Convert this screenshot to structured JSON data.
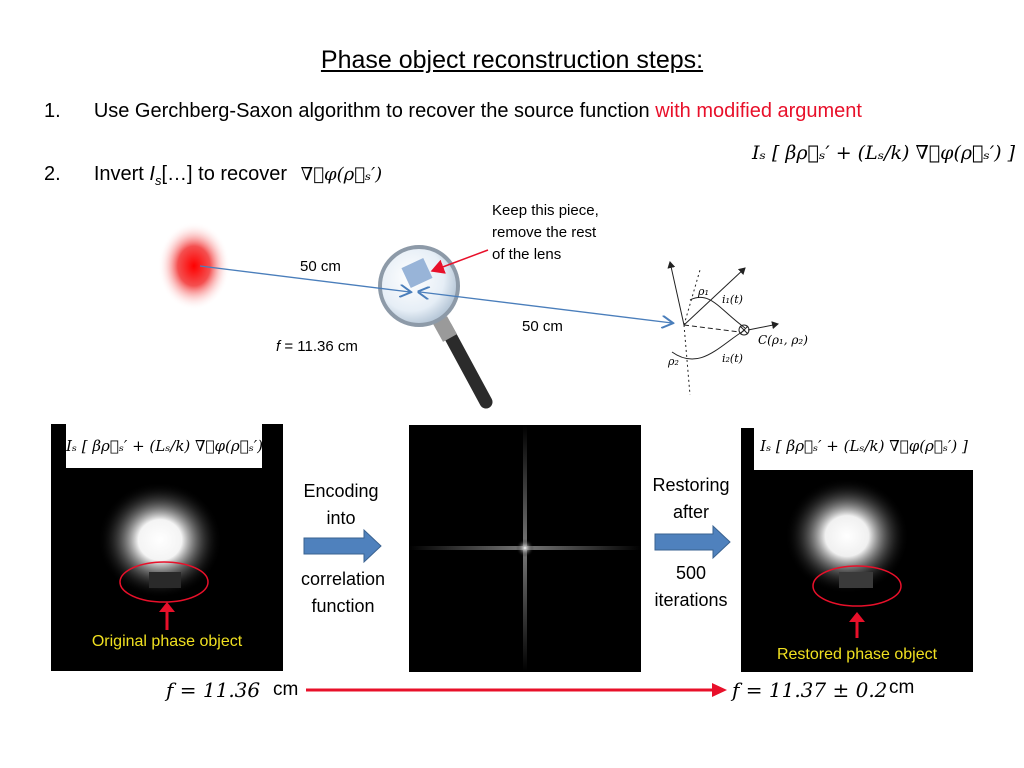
{
  "title": "Phase object reconstruction steps:",
  "steps": {
    "s1_num": "1.",
    "s1_text": "Use Gerchberg-Saxon algorithm to recover the source function",
    "s1_red": "with modified argument",
    "s2_num": "2.",
    "s2_text_a": "Invert",
    "s2_I": "I",
    "s2_sub": "s",
    "s2_text_b": "[…]  to recover",
    "s2_math": "∇⃗φ(ρ⃗ₛ′)"
  },
  "top_equation": "Iₛ [ βρ⃗ₛ′ + (Lₛ/k) ∇⃗φ(ρ⃗ₛ′) ]",
  "setup": {
    "dist1": "50 cm",
    "dist2": "50 cm",
    "focal_f": "f",
    "focal_val": " = 11.36 cm",
    "annotation_line1": "Keep this piece,",
    "annotation_line2": "remove the rest",
    "annotation_line3": "of the lens",
    "diagram_rho1": "ρ₁",
    "diagram_rho2": "ρ₂",
    "diagram_i1": "i₁(t)",
    "diagram_i2": "i₂(t)",
    "diagram_C": "C(ρ₁, ρ₂)"
  },
  "panels": {
    "left_eq": "Iₛ [ βρ⃗ₛ′ + (Lₛ/k) ∇⃗φ(ρ⃗ₛ′) ]",
    "left_caption": "Original phase object",
    "right_eq": "Iₛ [ βρ⃗ₛ′ + (Lₛ/k) ∇⃗φ(ρ⃗ₛ′) ]",
    "right_caption": "Restored phase object"
  },
  "arrows": {
    "encode_1": "Encoding",
    "encode_2": "into",
    "encode_3": "correlation",
    "encode_4": "function",
    "restore_1": "Restoring",
    "restore_2": "after",
    "restore_3": "500",
    "restore_4": "iterations"
  },
  "bottom": {
    "f_left": "f = 11.36",
    "unit_left": "cm",
    "f_right": "f = 11.37 ± 0.2",
    "unit_right": "cm"
  },
  "colors": {
    "red": "#e8102a",
    "blue_arrow": "#4f81bd",
    "yellow": "#f0e020",
    "line_blue": "#4a7ebb"
  }
}
